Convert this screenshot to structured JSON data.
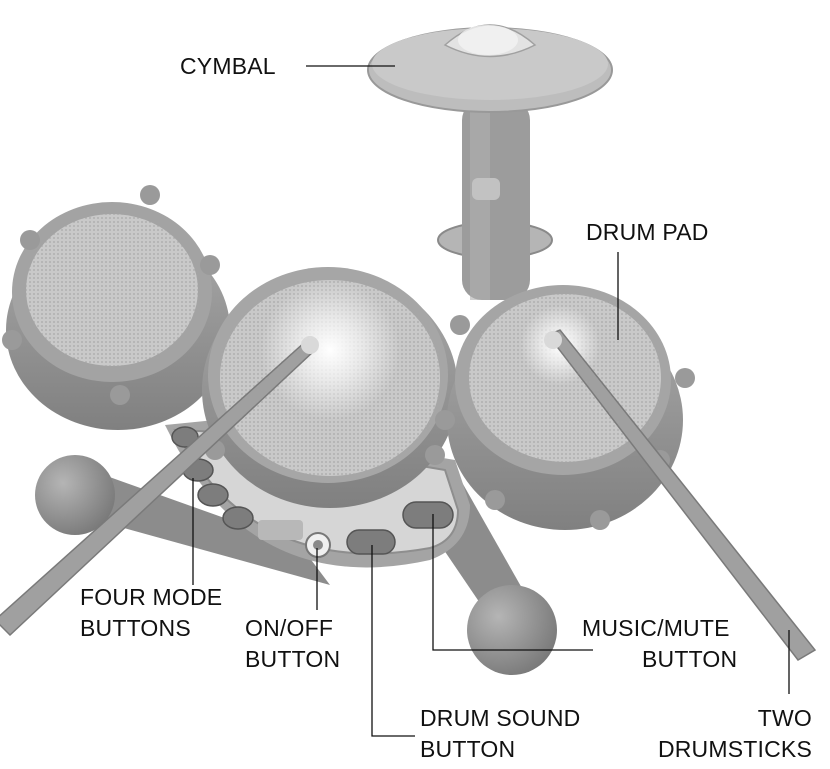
{
  "labels": {
    "cymbal": "CYMBAL",
    "drum_pad": "DRUM PAD",
    "four_mode_buttons": [
      "FOUR MODE",
      "BUTTONS"
    ],
    "on_off_button": [
      "ON/OFF",
      "BUTTON"
    ],
    "music_mute_button": [
      "MUSIC/MUTE",
      "BUTTON"
    ],
    "drum_sound_button": [
      "DRUM SOUND",
      "BUTTON"
    ],
    "two_drumsticks": [
      "TWO",
      "DRUMSTICKS"
    ]
  },
  "colors": {
    "toy_body": "#9a9a9a",
    "toy_dark": "#6f6f6f",
    "toy_light": "#cfcfcf",
    "pad_mesh": "#c4c4c4",
    "leader_line": "#111111"
  }
}
